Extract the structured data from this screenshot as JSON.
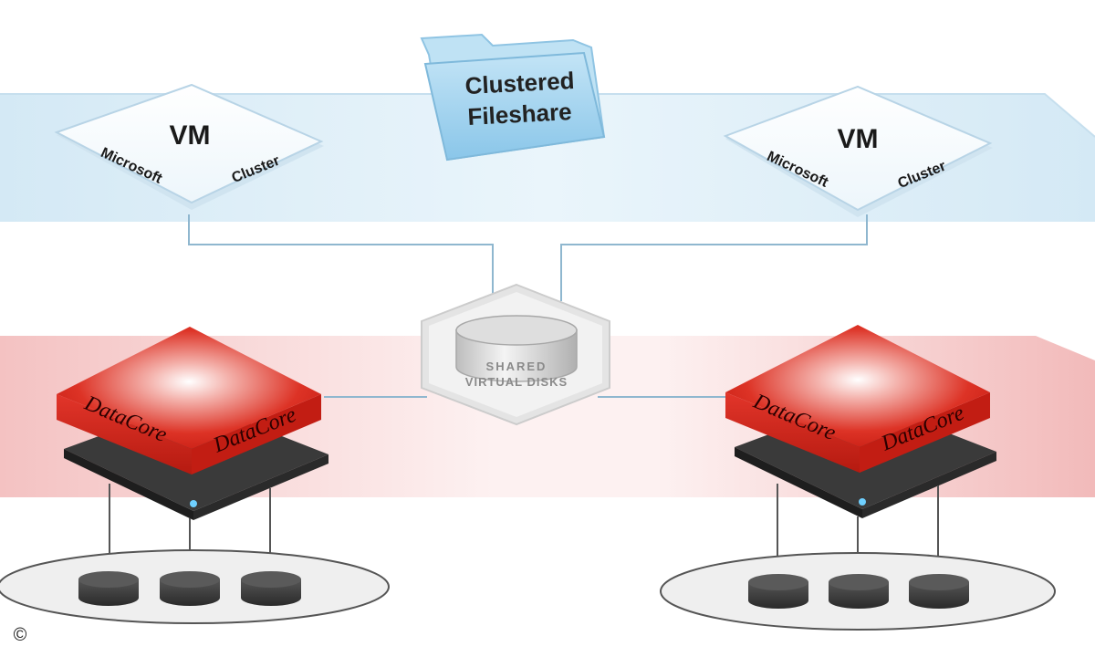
{
  "folder": {
    "line1": "Clustered",
    "line2": "Fileshare"
  },
  "vms": [
    {
      "title": "VM",
      "left_text": "Microsoft",
      "right_text": "Cluster"
    },
    {
      "title": "VM",
      "left_text": "Microsoft",
      "right_text": "Cluster"
    }
  ],
  "shared_disks": {
    "line1": "SHARED",
    "line2": "VIRTUAL DISKS"
  },
  "datacore_brand": "DataCore",
  "copyright": "©",
  "colors": {
    "vm_band": "#dcedf7",
    "storage_band": "#f5cccc",
    "folder": "#aad6ef",
    "datacore_red": "#d8271c",
    "server_dark": "#2e2e2e",
    "disk_pool": "#eeeeee",
    "disk": "#3c3c3c"
  }
}
